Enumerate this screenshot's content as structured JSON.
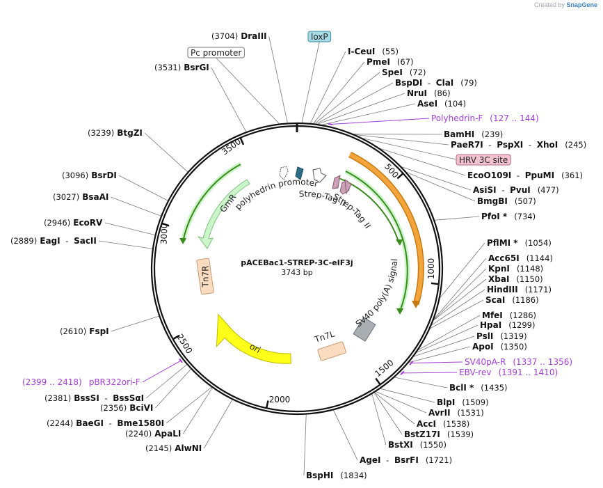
{
  "watermark": {
    "prefix": "Created by",
    "brand": "SnapGene"
  },
  "plasmid": {
    "name": "pACEBac1-STREP-3C-eIF3j",
    "length": "3743 bp",
    "total_bp": 3743
  },
  "ticks": [
    {
      "label": "500",
      "bp": 500
    },
    {
      "label": "1000",
      "bp": 1000
    },
    {
      "label": "1500",
      "bp": 1500
    },
    {
      "label": "2000",
      "bp": 2000
    },
    {
      "label": "2500",
      "bp": 2500
    },
    {
      "label": "3000",
      "bp": 3000
    },
    {
      "label": "3500",
      "bp": 3500
    }
  ],
  "enzymes": [
    {
      "id": "drai",
      "bp": 3704,
      "parts": [
        {
          "t": "(3704)",
          "c": "pos"
        },
        {
          "t": "DraIII",
          "c": "en"
        }
      ]
    },
    {
      "id": "bsrgi",
      "bp": 3531,
      "parts": [
        {
          "t": "(3531)",
          "c": "pos"
        },
        {
          "t": "BsrGI",
          "c": "en"
        }
      ]
    },
    {
      "id": "btgzi",
      "bp": 3239,
      "parts": [
        {
          "t": "(3239)",
          "c": "pos"
        },
        {
          "t": "BtgZI",
          "c": "en"
        }
      ]
    },
    {
      "id": "bsrdi",
      "bp": 3096,
      "parts": [
        {
          "t": "(3096)",
          "c": "pos"
        },
        {
          "t": "BsrDI",
          "c": "en"
        }
      ]
    },
    {
      "id": "bsaai",
      "bp": 3027,
      "parts": [
        {
          "t": "(3027)",
          "c": "pos"
        },
        {
          "t": "BsaAI",
          "c": "en"
        }
      ]
    },
    {
      "id": "ecorv",
      "bp": 2946,
      "parts": [
        {
          "t": "(2946)",
          "c": "pos"
        },
        {
          "t": "EcoRV",
          "c": "en"
        }
      ]
    },
    {
      "id": "eagi",
      "bp": 2889,
      "parts": [
        {
          "t": "(2889)",
          "c": "pos"
        },
        {
          "t": "EagI",
          "c": "en"
        },
        {
          "t": " - ",
          "c": "pos"
        },
        {
          "t": "SacII",
          "c": "en"
        }
      ]
    },
    {
      "id": "fspi",
      "bp": 2610,
      "parts": [
        {
          "t": "(2610)",
          "c": "pos"
        },
        {
          "t": "FspI",
          "c": "en"
        }
      ]
    },
    {
      "id": "bsssi",
      "bp": 2381,
      "parts": [
        {
          "t": "(2381)",
          "c": "pos"
        },
        {
          "t": "BssSI",
          "c": "en"
        },
        {
          "t": " - ",
          "c": "pos"
        },
        {
          "t": "BssSαI",
          "c": "en"
        }
      ]
    },
    {
      "id": "bcivi",
      "bp": 2356,
      "parts": [
        {
          "t": "(2356)",
          "c": "pos"
        },
        {
          "t": "BciVI",
          "c": "en"
        }
      ]
    },
    {
      "id": "baegi",
      "bp": 2244,
      "parts": [
        {
          "t": "(2244)",
          "c": "pos"
        },
        {
          "t": "BaeGI",
          "c": "en"
        },
        {
          "t": " - ",
          "c": "pos"
        },
        {
          "t": "Bme1580I",
          "c": "en"
        }
      ]
    },
    {
      "id": "apali",
      "bp": 2240,
      "parts": [
        {
          "t": "(2240)",
          "c": "pos"
        },
        {
          "t": "ApaLI",
          "c": "en"
        }
      ]
    },
    {
      "id": "alwni",
      "bp": 2145,
      "parts": [
        {
          "t": "(2145)",
          "c": "pos"
        },
        {
          "t": "AlwNI",
          "c": "en"
        }
      ]
    },
    {
      "id": "bsphi",
      "bp": 1834,
      "parts": [
        {
          "t": "BspHI",
          "c": "en"
        },
        {
          "t": "(1834)",
          "c": "pos"
        }
      ]
    },
    {
      "id": "agei",
      "bp": 1721,
      "parts": [
        {
          "t": "AgeI",
          "c": "en"
        },
        {
          "t": " - ",
          "c": "pos"
        },
        {
          "t": "BsrFI",
          "c": "en"
        },
        {
          "t": "(1721)",
          "c": "pos"
        }
      ]
    },
    {
      "id": "bstxi",
      "bp": 1550,
      "parts": [
        {
          "t": "BstXI",
          "c": "en"
        },
        {
          "t": "(1550)",
          "c": "pos"
        }
      ]
    },
    {
      "id": "bstz17i",
      "bp": 1539,
      "parts": [
        {
          "t": "BstZ17I",
          "c": "en"
        },
        {
          "t": "(1539)",
          "c": "pos"
        }
      ]
    },
    {
      "id": "acci",
      "bp": 1538,
      "parts": [
        {
          "t": "AccI",
          "c": "en"
        },
        {
          "t": "(1538)",
          "c": "pos"
        }
      ]
    },
    {
      "id": "avrii",
      "bp": 1531,
      "parts": [
        {
          "t": "AvrII",
          "c": "en"
        },
        {
          "t": "(1531)",
          "c": "pos"
        }
      ]
    },
    {
      "id": "blpi",
      "bp": 1509,
      "parts": [
        {
          "t": "BlpI",
          "c": "en"
        },
        {
          "t": "(1509)",
          "c": "pos"
        }
      ]
    },
    {
      "id": "bcli",
      "bp": 1435,
      "parts": [
        {
          "t": "BclI *",
          "c": "en"
        },
        {
          "t": "(1435)",
          "c": "pos"
        }
      ]
    },
    {
      "id": "apoi",
      "bp": 1350,
      "parts": [
        {
          "t": "ApoI",
          "c": "en"
        },
        {
          "t": "(1350)",
          "c": "pos"
        }
      ]
    },
    {
      "id": "psli",
      "bp": 1319,
      "parts": [
        {
          "t": "PslI",
          "c": "en"
        },
        {
          "t": "(1319)",
          "c": "pos"
        }
      ]
    },
    {
      "id": "hpai",
      "bp": 1299,
      "parts": [
        {
          "t": "HpaI",
          "c": "en"
        },
        {
          "t": "(1299)",
          "c": "pos"
        }
      ]
    },
    {
      "id": "mfei",
      "bp": 1286,
      "parts": [
        {
          "t": "MfeI",
          "c": "en"
        },
        {
          "t": "(1286)",
          "c": "pos"
        }
      ]
    },
    {
      "id": "scai",
      "bp": 1186,
      "parts": [
        {
          "t": "ScaI",
          "c": "en"
        },
        {
          "t": "(1186)",
          "c": "pos"
        }
      ]
    },
    {
      "id": "hindiii",
      "bp": 1171,
      "parts": [
        {
          "t": "HindIII",
          "c": "en"
        },
        {
          "t": "(1171)",
          "c": "pos"
        }
      ]
    },
    {
      "id": "xbai",
      "bp": 1150,
      "parts": [
        {
          "t": "XbaI",
          "c": "en"
        },
        {
          "t": "(1150)",
          "c": "pos"
        }
      ]
    },
    {
      "id": "kpni",
      "bp": 1148,
      "parts": [
        {
          "t": "KpnI",
          "c": "en"
        },
        {
          "t": "(1148)",
          "c": "pos"
        }
      ]
    },
    {
      "id": "acc65i",
      "bp": 1144,
      "parts": [
        {
          "t": "Acc65I",
          "c": "en"
        },
        {
          "t": "(1144)",
          "c": "pos"
        }
      ]
    },
    {
      "id": "pflmi",
      "bp": 1054,
      "parts": [
        {
          "t": "PflMI *",
          "c": "en"
        },
        {
          "t": "(1054)",
          "c": "pos"
        }
      ]
    },
    {
      "id": "pfoi",
      "bp": 734,
      "parts": [
        {
          "t": "PfoI *",
          "c": "en"
        },
        {
          "t": "(734)",
          "c": "pos"
        }
      ]
    },
    {
      "id": "bmgbi",
      "bp": 507,
      "parts": [
        {
          "t": "BmgBI",
          "c": "en"
        },
        {
          "t": "(507)",
          "c": "pos"
        }
      ]
    },
    {
      "id": "asisi",
      "bp": 477,
      "parts": [
        {
          "t": "AsiSI",
          "c": "en"
        },
        {
          "t": " - ",
          "c": "pos"
        },
        {
          "t": "PvuI",
          "c": "en"
        },
        {
          "t": "(477)",
          "c": "pos"
        }
      ]
    },
    {
      "id": "ecoo109i",
      "bp": 361,
      "parts": [
        {
          "t": "EcoO109I",
          "c": "en"
        },
        {
          "t": " - ",
          "c": "pos"
        },
        {
          "t": "PpuMI",
          "c": "en"
        },
        {
          "t": "(361)",
          "c": "pos"
        }
      ]
    },
    {
      "id": "paer7i",
      "bp": 245,
      "parts": [
        {
          "t": "PaeR7I",
          "c": "en"
        },
        {
          "t": " - ",
          "c": "pos"
        },
        {
          "t": "PspXI",
          "c": "en"
        },
        {
          "t": " - ",
          "c": "pos"
        },
        {
          "t": "XhoI",
          "c": "en"
        },
        {
          "t": "(245)",
          "c": "pos"
        }
      ]
    },
    {
      "id": "bamhi",
      "bp": 239,
      "parts": [
        {
          "t": "BamHI",
          "c": "en"
        },
        {
          "t": "(239)",
          "c": "pos"
        }
      ]
    },
    {
      "id": "asei",
      "bp": 104,
      "parts": [
        {
          "t": "AseI",
          "c": "en"
        },
        {
          "t": "(104)",
          "c": "pos"
        }
      ]
    },
    {
      "id": "nrui",
      "bp": 86,
      "parts": [
        {
          "t": "NruI",
          "c": "en"
        },
        {
          "t": "(86)",
          "c": "pos"
        }
      ]
    },
    {
      "id": "bspdi",
      "bp": 79,
      "parts": [
        {
          "t": "BspDI",
          "c": "en"
        },
        {
          "t": " - ",
          "c": "pos"
        },
        {
          "t": "ClaI",
          "c": "en"
        },
        {
          "t": "(79)",
          "c": "pos"
        }
      ]
    },
    {
      "id": "spei",
      "bp": 72,
      "parts": [
        {
          "t": "SpeI",
          "c": "en"
        },
        {
          "t": "(72)",
          "c": "pos"
        }
      ]
    },
    {
      "id": "pmei",
      "bp": 67,
      "parts": [
        {
          "t": "PmeI",
          "c": "en"
        },
        {
          "t": "(67)",
          "c": "pos"
        }
      ]
    },
    {
      "id": "iceui",
      "bp": 55,
      "parts": [
        {
          "t": "I-CeuI",
          "c": "en"
        },
        {
          "t": "(55)",
          "c": "pos"
        }
      ]
    }
  ],
  "primers": [
    {
      "id": "polyhedrin-f",
      "start": 127,
      "end": 144,
      "label": "Polyhedrin-F",
      "range": "(127 .. 144)"
    },
    {
      "id": "sv40pa-r",
      "start": 1337,
      "end": 1356,
      "label": "SV40pA-R",
      "range": "(1337 .. 1356)"
    },
    {
      "id": "ebv-rev",
      "start": 1391,
      "end": 1410,
      "label": "EBV-rev",
      "range": "(1391 .. 1410)"
    },
    {
      "id": "pbr322ori-f",
      "start": 2399,
      "end": 2418,
      "label": "pBR322ori-F",
      "range": "(2399 .. 2418)"
    }
  ],
  "boxed_features": [
    {
      "id": "loxp",
      "label": "loxP",
      "bp": 20,
      "fill": "#a9dbe6",
      "stroke": "#3a8fa6"
    },
    {
      "id": "pc-promoter",
      "label": "Pc promoter",
      "bp": 3670,
      "fill": "#ffffff",
      "stroke": "#777777"
    },
    {
      "id": "hrv-3c-site",
      "label": "HRV 3C site",
      "bp": 280,
      "fill": "#f2c3cf",
      "stroke": "#b06a80"
    }
  ],
  "features": [
    {
      "id": "gmr",
      "label": "GmR",
      "fill": "#c9f5c9",
      "stroke": "#7fbf7f"
    },
    {
      "id": "tn7r",
      "label": "Tn7R",
      "fill": "#fcdcc0",
      "stroke": "#c89a70"
    },
    {
      "id": "ori",
      "label": "ori",
      "fill": "#ffff1a",
      "stroke": "#b8b800"
    },
    {
      "id": "tn7l",
      "label": "Tn7L",
      "fill": "#fcdcc0",
      "stroke": "#c89a70"
    },
    {
      "id": "sv40-polya",
      "label": "SV40 poly(A) signal",
      "fill": "#a9aeb3",
      "stroke": "#6d7278"
    },
    {
      "id": "polyhedrin-promoter",
      "label": "polyhedrin promoter",
      "fill": "#ffffff",
      "stroke": "#555555"
    },
    {
      "id": "strep-tag-1",
      "label": "Strep-Tag II",
      "fill": "#c9a0b5",
      "stroke": "#8a5d74"
    },
    {
      "id": "strep-tag-2",
      "label": "Strep-Tag II",
      "fill": "#c9a0b5",
      "stroke": "#8a5d74"
    },
    {
      "id": "orf-orange",
      "label": "",
      "fill": "#f3a43a",
      "stroke": "#c67a12"
    }
  ]
}
